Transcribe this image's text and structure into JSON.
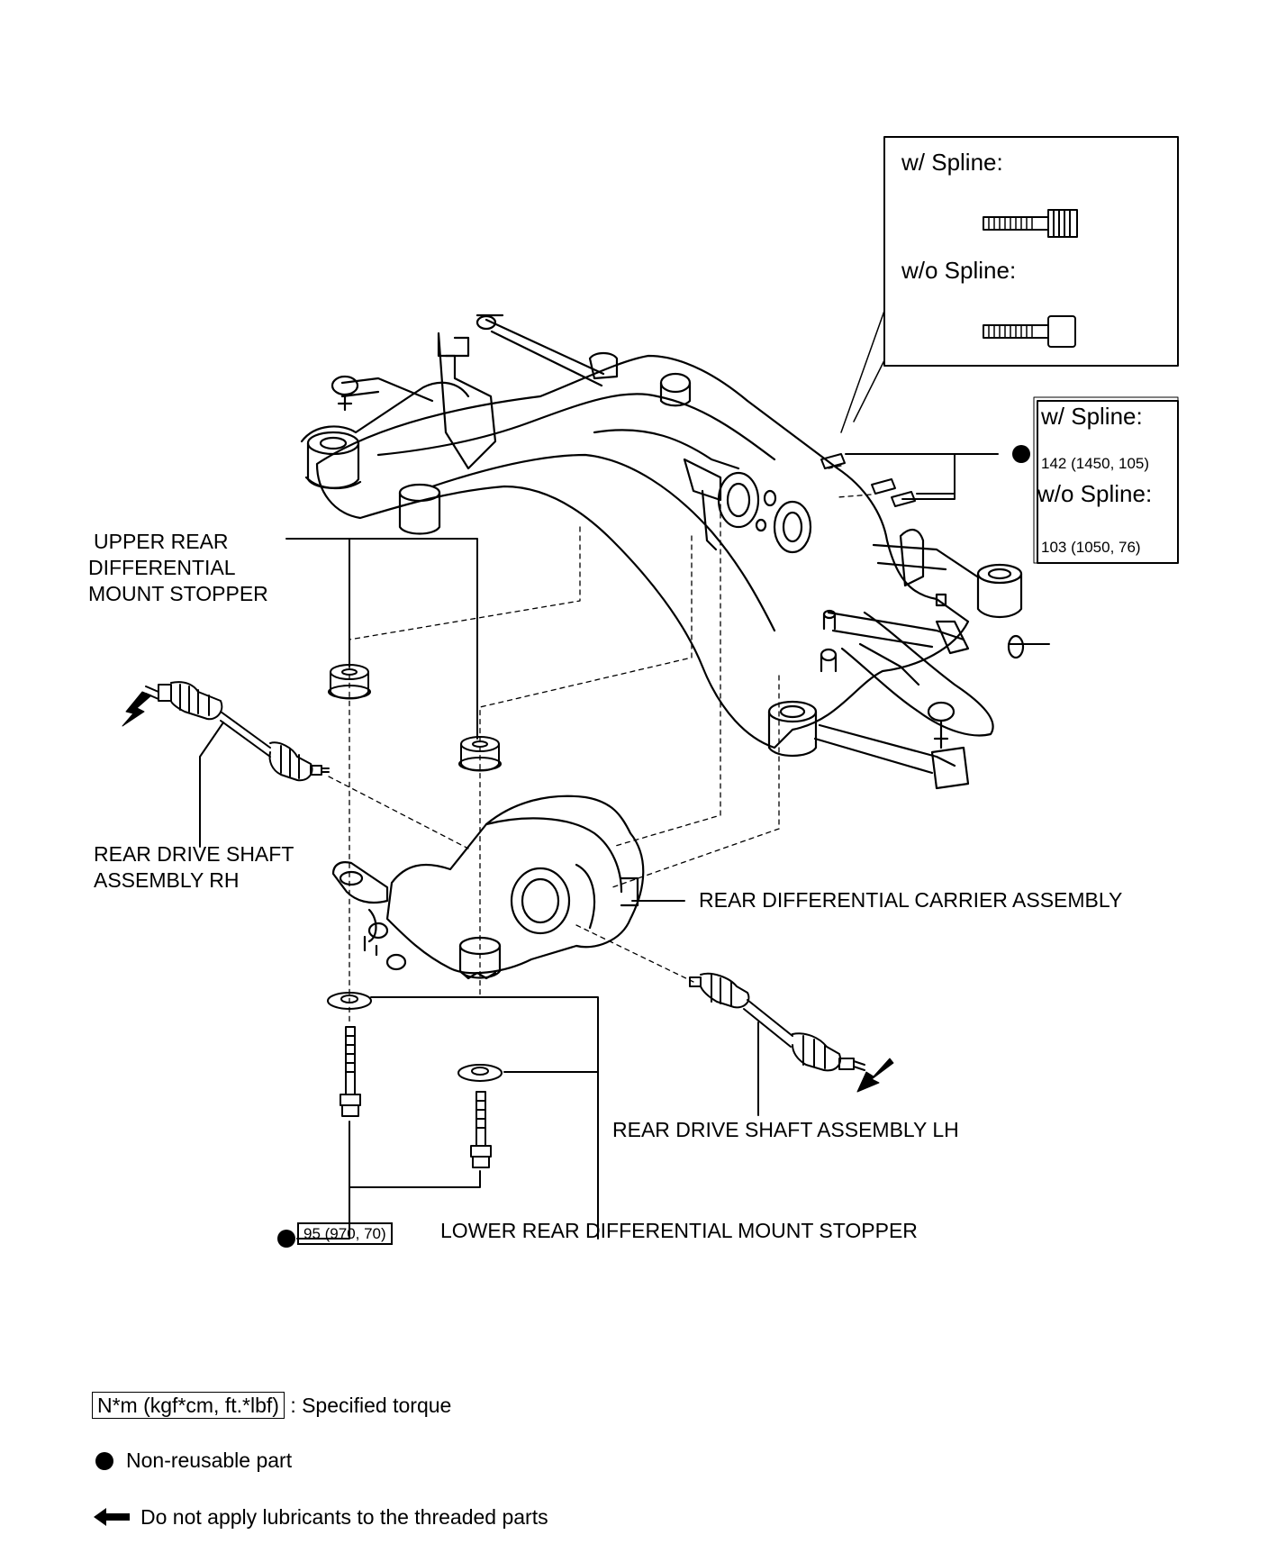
{
  "callouts": {
    "spline_inset": {
      "with_spline": "w/ Spline:",
      "without_spline": "w/o Spline:"
    },
    "spline_torque": {
      "with_spline_label": "w/ Spline:",
      "with_spline_value": "142 (1450, 105)",
      "without_spline_label": "w/o Spline:",
      "without_spline_value": "103 (1050, 76)"
    },
    "upper_stopper": [
      "UPPER REAR",
      "DIFFERENTIAL",
      "MOUNT STOPPER"
    ],
    "drive_shaft_rh": [
      "REAR DRIVE SHAFT",
      "ASSEMBLY RH"
    ],
    "carrier_assembly": "REAR DIFFERENTIAL CARRIER ASSEMBLY",
    "drive_shaft_lh": "REAR DRIVE SHAFT ASSEMBLY LH",
    "lower_stopper": "LOWER REAR DIFFERENTIAL MOUNT STOPPER",
    "lower_bolt_torque": "95 (970, 70)"
  },
  "legend": {
    "torque_unit": "N*m (kgf*cm, ft.*lbf)",
    "torque_desc": ": Specified torque",
    "non_reusable": "Non-reusable part",
    "no_lubricant": "Do not apply lubricants to the threaded parts"
  }
}
